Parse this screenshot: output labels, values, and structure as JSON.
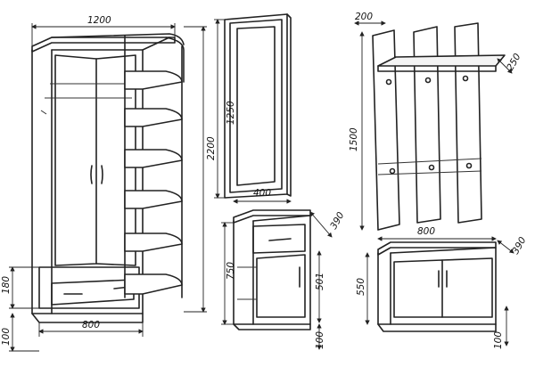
{
  "dimensions": {
    "wardrobe_width": "1200",
    "wardrobe_height": "2200",
    "wardrobe_base_width": "800",
    "wardrobe_drawer_height": "180",
    "wardrobe_plinth_height": "100",
    "mirror_height": "1250",
    "mirror_width": "400",
    "hanger_panel_width": "200",
    "hanger_height": "1500",
    "hanger_shelf_depth": "250",
    "cabinet_depth": "390",
    "cabinet_height": "750",
    "cabinet_inner_height": "501",
    "cabinet_plinth_height": "100",
    "bench_width": "800",
    "bench_depth": "390",
    "bench_height": "550",
    "bench_plinth_height": "100"
  }
}
